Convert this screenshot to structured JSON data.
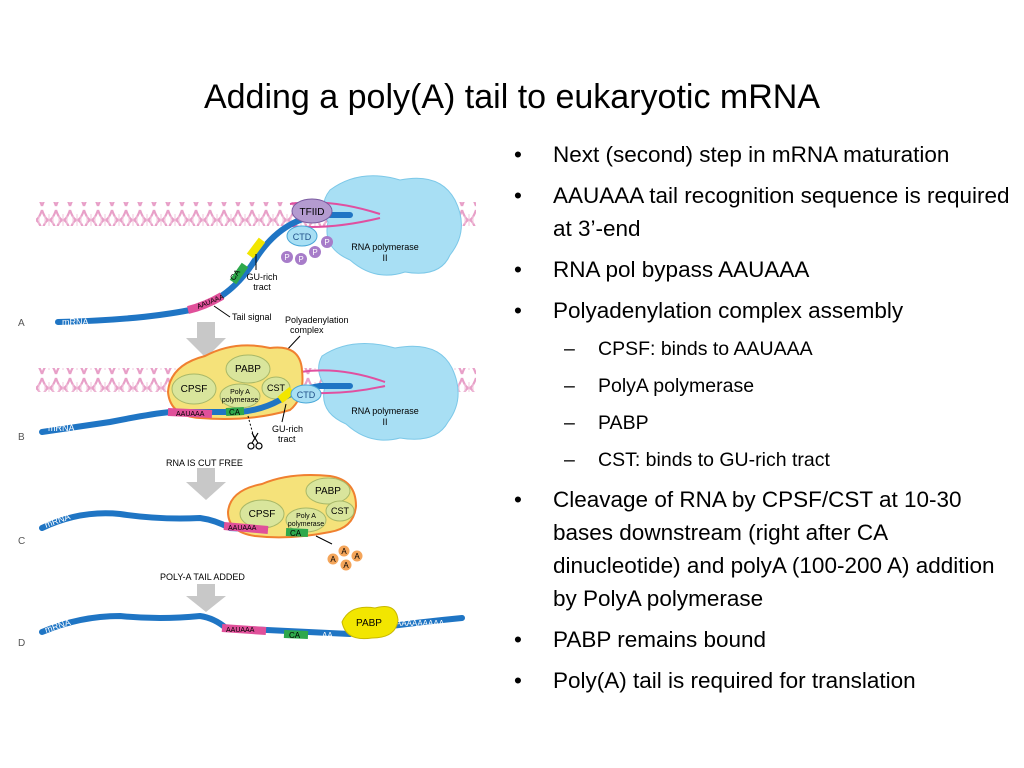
{
  "slide": {
    "title": "Adding a poly(A) tail to eukaryotic mRNA",
    "bullets": [
      {
        "level": 1,
        "text": "Next (second) step in mRNA maturation"
      },
      {
        "level": 1,
        "text": "AAUAAA tail recognition sequence is required at 3’-end"
      },
      {
        "level": 1,
        "text": "RNA pol bypass AAUAAA"
      },
      {
        "level": 1,
        "text": "Polyadenylation complex assembly"
      },
      {
        "level": 2,
        "text": "CPSF: binds to AAUAAA"
      },
      {
        "level": 2,
        "text": "PolyA polymerase"
      },
      {
        "level": 2,
        "text": "PABP"
      },
      {
        "level": 2,
        "text": "CST: binds to GU-rich tract"
      },
      {
        "level": 1,
        "text": "Cleavage of RNA by CPSF/CST at 10-30 bases downstream (right after CA dinucleotide) and polyA (100-200 A) addition by PolyA polymerase"
      },
      {
        "level": 1,
        "text": "PABP remains bound"
      },
      {
        "level": 1,
        "text": "Poly(A) tail is required for translation"
      }
    ],
    "bullet_glyph": "•",
    "sub_bullet_glyph": "–"
  },
  "figure": {
    "panels": {
      "a": "A",
      "b": "B",
      "c": "C",
      "d": "D"
    },
    "mrna": "mRNA",
    "tfiid": "TFIID",
    "ctd": "CTD",
    "p": "P",
    "rna_pol_line1": "RNA polymerase",
    "rna_pol_line2": "II",
    "gu_rich_line1": "GU-rich",
    "gu_rich_line2": "tract",
    "aauaaa": "AAUAAA",
    "ca": "CA",
    "tail_signal": "Tail signal",
    "polyad_line1": "Polyadenylation",
    "polyad_line2": "complex",
    "pabp": "PABP",
    "cpsf": "CPSF",
    "cst": "CST",
    "polya_pol_line1": "Poly A",
    "polya_pol_line2": "polymerase",
    "cut_free": "RNA IS CUT FREE",
    "tail_added": "POLY-A TAIL ADDED",
    "a_base": "A",
    "aa_short": "AA",
    "polya_tail": "AAAAAAAAA",
    "colors": {
      "rna_blue": "#1f75c4",
      "dna_pink": "#e8a0c8",
      "aauaaa_pink": "#e0509a",
      "ca_green": "#2ea84c",
      "gu_yellow": "#f2e600",
      "polymerase": "#a8dff4",
      "complex_fill": "#f5e27a",
      "complex_edge": "#f08030",
      "subunit": "#d9e59c",
      "tfiid": "#b49bd0",
      "p_circle": "#a77cc9",
      "arrow_gray": "#c8c8c8",
      "a_circle": "#f4a55a"
    }
  }
}
